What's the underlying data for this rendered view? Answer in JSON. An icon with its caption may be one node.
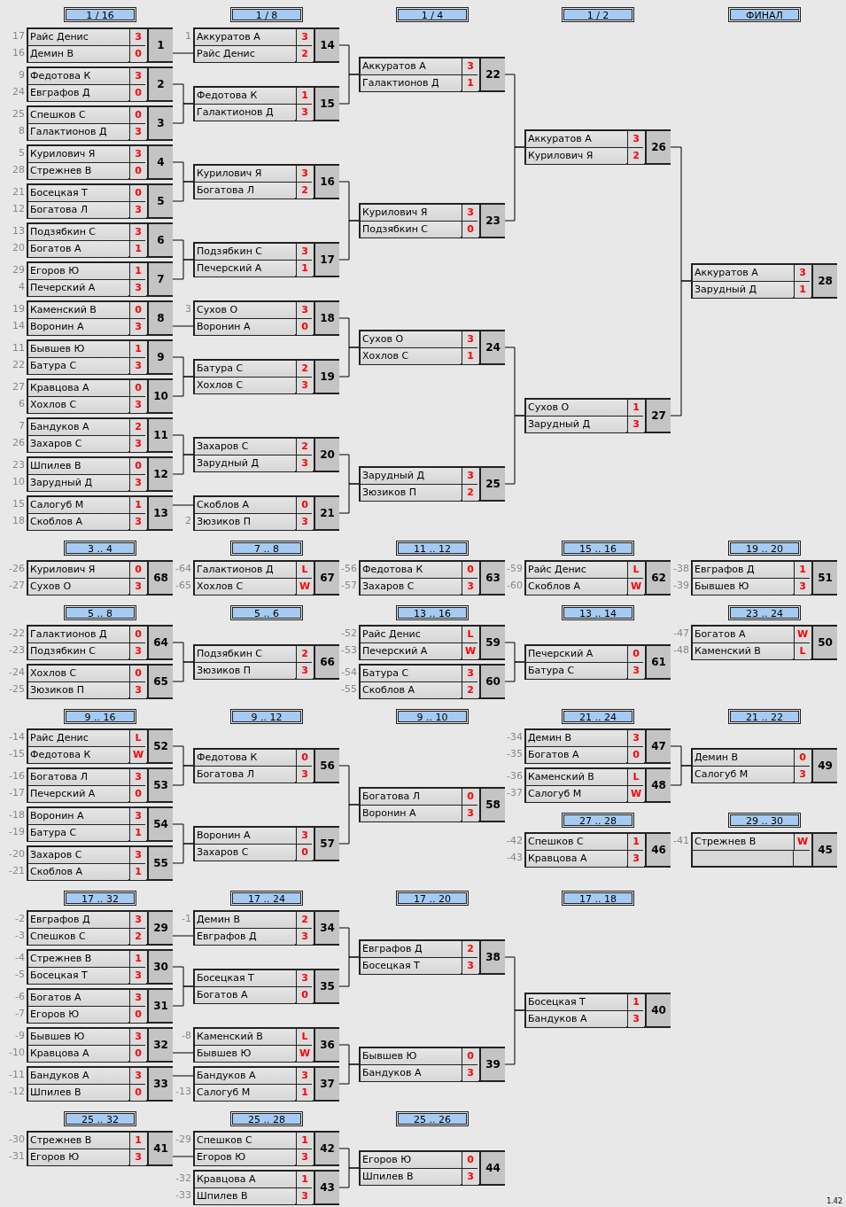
{
  "diagram": {
    "nodes": [
      {
        "text": [
          "1 / 16"
        ]
      },
      {
        "text": [
          "1 / 8"
        ]
      },
      {
        "text": [
          "1 / 4"
        ]
      },
      {
        "text": [
          "1 / 2"
        ]
      },
      {
        "text": [
          "ФИНАЛ"
        ]
      },
      {
        "text": [
          "3 .. 4"
        ]
      },
      {
        "text": [
          "7 .. 8"
        ]
      },
      {
        "text": [
          "11 .. 12"
        ]
      },
      {
        "text": [
          "15 .. 16"
        ]
      },
      {
        "text": [
          "19 .. 20"
        ]
      },
      {
        "text": [
          "5 .. 8"
        ]
      },
      {
        "text": [
          "5 .. 6"
        ]
      },
      {
        "text": [
          "13 .. 16"
        ]
      },
      {
        "text": [
          "13 .. 14"
        ]
      },
      {
        "text": [
          "23 .. 24"
        ]
      },
      {
        "text": [
          "9 .. 16"
        ]
      },
      {
        "text": [
          "9 .. 12"
        ]
      },
      {
        "text": [
          "9 .. 10"
        ]
      },
      {
        "text": [
          "21 .. 24"
        ]
      },
      {
        "text": [
          "21 .. 22"
        ]
      },
      {
        "text": [
          "27 .. 28"
        ]
      },
      {
        "text": [
          "29 .. 30"
        ]
      },
      {
        "text": [
          "17 .. 32"
        ]
      },
      {
        "text": [
          "17 .. 24"
        ]
      },
      {
        "text": [
          "17 .. 20"
        ]
      },
      {
        "text": [
          "17 .. 18"
        ]
      },
      {
        "text": [
          "25 .. 32"
        ]
      },
      {
        "text": [
          "25 .. 28"
        ]
      },
      {
        "text": [
          "25 .. 26"
        ]
      },
      {
        "text": [
          "Райс Денис",
          "3",
          "Демин В",
          "0",
          "1"
        ],
        "beside": [
          "17",
          "16"
        ]
      },
      {
        "text": [
          "Федотова К",
          "3",
          "Евграфов Д",
          "0",
          "2"
        ],
        "beside": [
          "9",
          "24"
        ]
      },
      {
        "text": [
          "Спешков С",
          "0",
          "Галактионов Д",
          "3",
          "3"
        ],
        "beside": [
          "25",
          "8"
        ]
      },
      {
        "text": [
          "Курилович Я",
          "3",
          "Стрежнев В",
          "0",
          "4"
        ],
        "beside": [
          "5",
          "28"
        ]
      },
      {
        "text": [
          "Босецкая Т",
          "0",
          "Богатова Л",
          "3",
          "5"
        ],
        "beside": [
          "21",
          "12"
        ]
      },
      {
        "text": [
          "Подзябкин С",
          "3",
          "Богатов А",
          "1",
          "6"
        ],
        "beside": [
          "13",
          "20"
        ]
      },
      {
        "text": [
          "Егоров Ю",
          "1",
          "Печерский А",
          "3",
          "7"
        ],
        "beside": [
          "29",
          "4"
        ]
      },
      {
        "text": [
          "Каменский В",
          "0",
          "Воронин А",
          "3",
          "8"
        ],
        "beside": [
          "19",
          "14"
        ]
      },
      {
        "text": [
          "Бывшев Ю",
          "1",
          "Батура С",
          "3",
          "9"
        ],
        "beside": [
          "11",
          "22"
        ]
      },
      {
        "text": [
          "Кравцова А",
          "0",
          "Хохлов С",
          "3",
          "10"
        ],
        "beside": [
          "27",
          "6"
        ]
      },
      {
        "text": [
          "Бандуков А",
          "2",
          "Захаров С",
          "3",
          "11"
        ],
        "beside": [
          "7",
          "26"
        ]
      },
      {
        "text": [
          "Шпилев В",
          "0",
          "Зарудный Д",
          "3",
          "12"
        ],
        "beside": [
          "23",
          "10"
        ]
      },
      {
        "text": [
          "Салогуб М",
          "1",
          "Скоблов А",
          "3",
          "13"
        ],
        "beside": [
          "15",
          "18"
        ]
      },
      {
        "text": [
          "Аккуратов А",
          "3",
          "Райс Денис",
          "2",
          "14"
        ],
        "beside": [
          "1"
        ]
      },
      {
        "text": [
          "Федотова К",
          "1",
          "Галактионов Д",
          "3",
          "15"
        ]
      },
      {
        "text": [
          "Курилович Я",
          "3",
          "Богатова Л",
          "2",
          "16"
        ]
      },
      {
        "text": [
          "Подзябкин С",
          "3",
          "Печерский А",
          "1",
          "17"
        ]
      },
      {
        "text": [
          "Сухов О",
          "3",
          "Воронин А",
          "0",
          "18"
        ],
        "beside": [
          "3"
        ]
      },
      {
        "text": [
          "Батура С",
          "2",
          "Хохлов С",
          "3",
          "19"
        ]
      },
      {
        "text": [
          "Захаров С",
          "2",
          "Зарудный Д",
          "3",
          "20"
        ]
      },
      {
        "text": [
          "Скоблов А",
          "0",
          "Зюзиков П",
          "3",
          "21"
        ],
        "beside": [
          "2"
        ]
      },
      {
        "text": [
          "Аккуратов А",
          "3",
          "Галактионов Д",
          "1",
          "22"
        ]
      },
      {
        "text": [
          "Курилович Я",
          "3",
          "Подзябкин С",
          "0",
          "23"
        ]
      },
      {
        "text": [
          "Сухов О",
          "3",
          "Хохлов С",
          "1",
          "24"
        ]
      },
      {
        "text": [
          "Зарудный Д",
          "3",
          "Зюзиков П",
          "2",
          "25"
        ]
      },
      {
        "text": [
          "Аккуратов А",
          "3",
          "Курилович Я",
          "2",
          "26"
        ]
      },
      {
        "text": [
          "Сухов О",
          "1",
          "Зарудный Д",
          "3",
          "27"
        ]
      },
      {
        "text": [
          "Аккуратов А",
          "3",
          "Зарудный Д",
          "1",
          "28"
        ]
      },
      {
        "text": [
          "Евграфов Д",
          "3",
          "Спешков С",
          "2",
          "29"
        ],
        "beside": [
          "-2",
          "-3"
        ]
      },
      {
        "text": [
          "Стрежнев В",
          "1",
          "Босецкая Т",
          "3",
          "30"
        ],
        "beside": [
          "-4",
          "-5"
        ]
      },
      {
        "text": [
          "Богатов А",
          "3",
          "Егоров Ю",
          "0",
          "31"
        ],
        "beside": [
          "-6",
          "-7"
        ]
      },
      {
        "text": [
          "Бывшев Ю",
          "3",
          "Кравцова А",
          "0",
          "32"
        ],
        "beside": [
          "-9",
          "-10"
        ]
      },
      {
        "text": [
          "Бандуков А",
          "3",
          "Шпилев В",
          "0",
          "33"
        ],
        "beside": [
          "-11",
          "-12"
        ]
      },
      {
        "text": [
          "Демин В",
          "2",
          "Евграфов Д",
          "3",
          "34"
        ],
        "beside": [
          "-1"
        ]
      },
      {
        "text": [
          "Босецкая Т",
          "3",
          "Богатов А",
          "0",
          "35"
        ]
      },
      {
        "text": [
          "Каменский В",
          "L",
          "Бывшев Ю",
          "W",
          "36"
        ],
        "beside": [
          "-8"
        ]
      },
      {
        "text": [
          "Бандуков А",
          "3",
          "Салогуб М",
          "1",
          "37"
        ],
        "beside": [
          "-13"
        ]
      },
      {
        "text": [
          "Евграфов Д",
          "2",
          "Босецкая Т",
          "3",
          "38"
        ]
      },
      {
        "text": [
          "Бывшев Ю",
          "0",
          "Бандуков А",
          "3",
          "39"
        ]
      },
      {
        "text": [
          "Босецкая Т",
          "1",
          "Бандуков А",
          "3",
          "40"
        ]
      },
      {
        "text": [
          "Стрежнев В",
          "1",
          "Егоров Ю",
          "3",
          "41"
        ],
        "beside": [
          "-30",
          "-31"
        ]
      },
      {
        "text": [
          "Спешков С",
          "1",
          "Егоров Ю",
          "3",
          "42"
        ],
        "beside": [
          "-29"
        ]
      },
      {
        "text": [
          "Кравцова А",
          "1",
          "Шпилев В",
          "3",
          "43"
        ],
        "beside": [
          "-32",
          "-33"
        ]
      },
      {
        "text": [
          "Егоров Ю",
          "0",
          "Шпилев В",
          "3",
          "44"
        ]
      },
      {
        "text": [
          "Стрежнев В",
          "W",
          "45"
        ],
        "beside": [
          "-41"
        ]
      },
      {
        "text": [
          "Спешков С",
          "1",
          "Кравцова А",
          "3",
          "46"
        ],
        "beside": [
          "-42",
          "-43"
        ]
      },
      {
        "text": [
          "Демин В",
          "3",
          "Богатов А",
          "0",
          "47"
        ],
        "beside": [
          "-34",
          "-35"
        ]
      },
      {
        "text": [
          "Каменский В",
          "L",
          "Салогуб М",
          "W",
          "48"
        ],
        "beside": [
          "-36",
          "-37"
        ]
      },
      {
        "text": [
          "Демин В",
          "0",
          "Салогуб М",
          "3",
          "49"
        ]
      },
      {
        "text": [
          "Богатов А",
          "W",
          "Каменский В",
          "L",
          "50"
        ],
        "beside": [
          "-47",
          "-48"
        ]
      },
      {
        "text": [
          "Евграфов Д",
          "1",
          "Бывшев Ю",
          "3",
          "51"
        ],
        "beside": [
          "-38",
          "-39"
        ]
      },
      {
        "text": [
          "Райс Денис",
          "L",
          "Федотова К",
          "W",
          "52"
        ],
        "beside": [
          "-14",
          "-15"
        ]
      },
      {
        "text": [
          "Богатова Л",
          "3",
          "Печерский А",
          "0",
          "53"
        ],
        "beside": [
          "-16",
          "-17"
        ]
      },
      {
        "text": [
          "Воронин А",
          "3",
          "Батура С",
          "1",
          "54"
        ],
        "beside": [
          "-18",
          "-19"
        ]
      },
      {
        "text": [
          "Захаров С",
          "3",
          "Скоблов А",
          "1",
          "55"
        ],
        "beside": [
          "-20",
          "-21"
        ]
      },
      {
        "text": [
          "Федотова К",
          "0",
          "Богатова Л",
          "3",
          "56"
        ]
      },
      {
        "text": [
          "Воронин А",
          "3",
          "Захаров С",
          "0",
          "57"
        ]
      },
      {
        "text": [
          "Богатова Л",
          "0",
          "Воронин А",
          "3",
          "58"
        ]
      },
      {
        "text": [
          "Райс Денис",
          "L",
          "Печерский А",
          "W",
          "59"
        ],
        "beside": [
          "-52",
          "-53"
        ]
      },
      {
        "text": [
          "Батура С",
          "3",
          "Скоблов А",
          "2",
          "60"
        ],
        "beside": [
          "-54",
          "-55"
        ]
      },
      {
        "text": [
          "Печерский А",
          "0",
          "Батура С",
          "3",
          "61"
        ]
      },
      {
        "text": [
          "Райс Денис",
          "L",
          "Скоблов А",
          "W",
          "62"
        ],
        "beside": [
          "-59",
          "-60"
        ]
      },
      {
        "text": [
          "Федотова К",
          "0",
          "Захаров С",
          "3",
          "63"
        ],
        "beside": [
          "-56",
          "-57"
        ]
      },
      {
        "text": [
          "Галактионов Д",
          "0",
          "Подзябкин С",
          "3",
          "64"
        ],
        "beside": [
          "-22",
          "-23"
        ]
      },
      {
        "text": [
          "Хохлов С",
          "0",
          "Зюзиков П",
          "3",
          "65"
        ],
        "beside": [
          "-24",
          "-25"
        ]
      },
      {
        "text": [
          "Подзябкин С",
          "2",
          "Зюзиков П",
          "3",
          "66"
        ]
      },
      {
        "text": [
          "Галактионов Д",
          "L",
          "Хохлов С",
          "W",
          "67"
        ],
        "beside": [
          "-64",
          "-65"
        ]
      },
      {
        "text": [
          "Курилович Я",
          "0",
          "Сухов О",
          "3",
          "68"
        ],
        "beside": [
          "-26",
          "-27"
        ]
      }
    ],
    "edges": [
      {
        "from": 29,
        "to": 42,
        "arrow": "none"
      },
      {
        "from": 30,
        "to": 43,
        "arrow": "none"
      },
      {
        "from": 31,
        "to": 43,
        "arrow": "none"
      },
      {
        "from": 32,
        "to": 44,
        "arrow": "none"
      },
      {
        "from": 33,
        "to": 44,
        "arrow": "none"
      },
      {
        "from": 34,
        "to": 45,
        "arrow": "none"
      },
      {
        "from": 35,
        "to": 45,
        "arrow": "none"
      },
      {
        "from": 36,
        "to": 46,
        "arrow": "none"
      },
      {
        "from": 37,
        "to": 47,
        "arrow": "none"
      },
      {
        "from": 38,
        "to": 47,
        "arrow": "none"
      },
      {
        "from": 39,
        "to": 48,
        "arrow": "none"
      },
      {
        "from": 40,
        "to": 48,
        "arrow": "none"
      },
      {
        "from": 41,
        "to": 49,
        "arrow": "none"
      },
      {
        "from": 42,
        "to": 50,
        "arrow": "none"
      },
      {
        "from": 43,
        "to": 50,
        "arrow": "none"
      },
      {
        "from": 44,
        "to": 51,
        "arrow": "none"
      },
      {
        "from": 45,
        "to": 51,
        "arrow": "none"
      },
      {
        "from": 46,
        "to": 52,
        "arrow": "none"
      },
      {
        "from": 47,
        "to": 52,
        "arrow": "none"
      },
      {
        "from": 48,
        "to": 53,
        "arrow": "none"
      },
      {
        "from": 49,
        "to": 53,
        "arrow": "none"
      },
      {
        "from": 50,
        "to": 54,
        "arrow": "none"
      },
      {
        "from": 51,
        "to": 54,
        "arrow": "none"
      },
      {
        "from": 52,
        "to": 55,
        "arrow": "none"
      },
      {
        "from": 53,
        "to": 55,
        "arrow": "none"
      },
      {
        "from": 54,
        "to": 56,
        "arrow": "none"
      },
      {
        "from": 55,
        "to": 56,
        "arrow": "none"
      },
      {
        "from": 57,
        "to": 62,
        "arrow": "none"
      },
      {
        "from": 58,
        "to": 63,
        "arrow": "none"
      },
      {
        "from": 59,
        "to": 63,
        "arrow": "none"
      },
      {
        "from": 60,
        "to": 64,
        "arrow": "none"
      },
      {
        "from": 61,
        "to": 65,
        "arrow": "none"
      },
      {
        "from": 62,
        "to": 66,
        "arrow": "none"
      },
      {
        "from": 63,
        "to": 66,
        "arrow": "none"
      },
      {
        "from": 64,
        "to": 67,
        "arrow": "none"
      },
      {
        "from": 65,
        "to": 67,
        "arrow": "none"
      },
      {
        "from": 66,
        "to": 68,
        "arrow": "none"
      },
      {
        "from": 67,
        "to": 68,
        "arrow": "none"
      },
      {
        "from": 69,
        "to": 70,
        "arrow": "none"
      },
      {
        "from": 70,
        "to": 72,
        "arrow": "none"
      },
      {
        "from": 71,
        "to": 72,
        "arrow": "none"
      },
      {
        "from": 75,
        "to": 77,
        "arrow": "none"
      },
      {
        "from": 76,
        "to": 77,
        "arrow": "none"
      },
      {
        "from": 80,
        "to": 84,
        "arrow": "none"
      },
      {
        "from": 81,
        "to": 84,
        "arrow": "none"
      },
      {
        "from": 82,
        "to": 85,
        "arrow": "none"
      },
      {
        "from": 83,
        "to": 85,
        "arrow": "none"
      },
      {
        "from": 84,
        "to": 86,
        "arrow": "none"
      },
      {
        "from": 85,
        "to": 86,
        "arrow": "none"
      },
      {
        "from": 87,
        "to": 89,
        "arrow": "none"
      },
      {
        "from": 88,
        "to": 89,
        "arrow": "none"
      },
      {
        "from": 92,
        "to": 94,
        "arrow": "none"
      },
      {
        "from": 93,
        "to": 94,
        "arrow": "none"
      }
    ],
    "labels": [
      "1.42"
    ]
  }
}
